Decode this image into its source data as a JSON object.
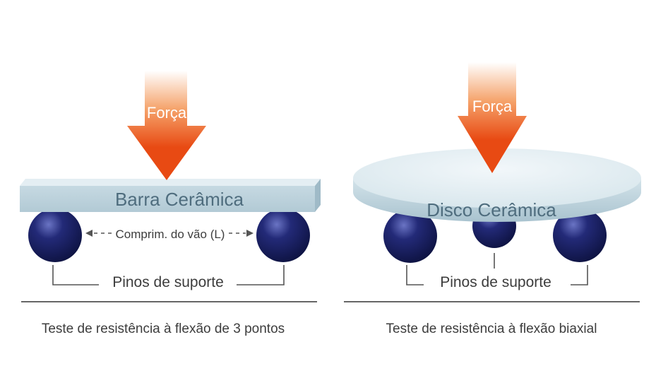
{
  "colors": {
    "arrow_top": "#ffffff",
    "arrow_mid": "#f5a36b",
    "arrow_main": "#e84a13",
    "ceramic_top": "#e9f1f5",
    "ceramic_body": "#c6d9e2",
    "ceramic_edge": "#9fbac7",
    "ceramic_text": "#4f6d7e",
    "sphere_dark": "#0d1240",
    "sphere_mid": "#232a78",
    "sphere_light": "#6a74c4",
    "label_text": "#3d3d3d",
    "line": "#333333",
    "bracket": "#555555"
  },
  "left": {
    "force_label": "Força",
    "specimen_label": "Barra Cerâmica",
    "span_label": "Comprim. do vão (L)",
    "supports_label": "Pinos de suporte",
    "caption": "Teste de resistência à flexão de 3 pontos"
  },
  "right": {
    "force_label": "Força",
    "specimen_label": "Disco Cerâmica",
    "supports_label": "Pinos de suporte",
    "caption": "Teste de resistência à flexão biaxial"
  },
  "icons": {
    "force_arrow": "down-arrow-icon",
    "support_pin": "sphere-icon",
    "span_arrow_left": "left-arrow-icon",
    "span_arrow_right": "right-arrow-icon"
  }
}
